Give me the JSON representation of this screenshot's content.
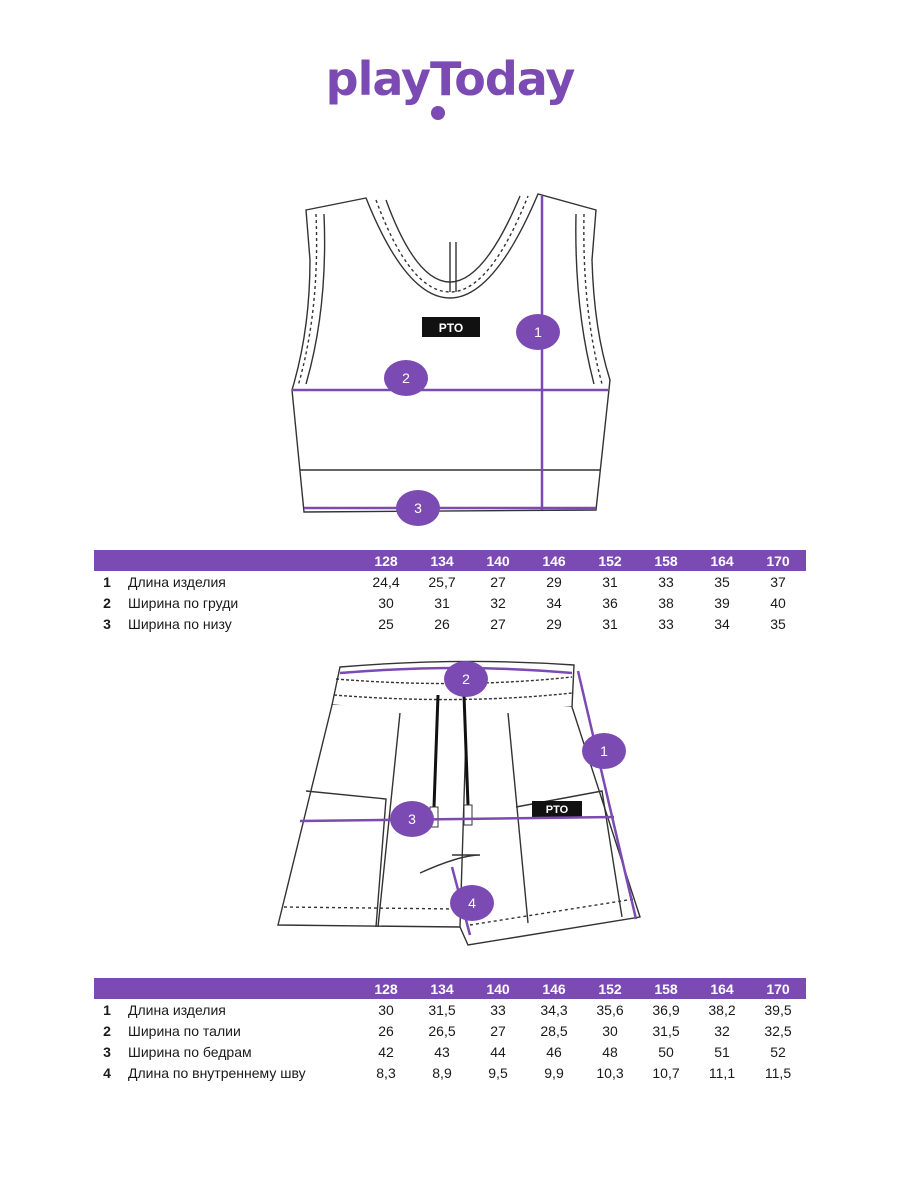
{
  "brand": {
    "logo_text": "playToday"
  },
  "top": {
    "badge": "PTO",
    "markers": [
      "1",
      "2",
      "3"
    ],
    "table": {
      "sizes": [
        "128",
        "134",
        "140",
        "146",
        "152",
        "158",
        "164",
        "170"
      ],
      "rows": [
        {
          "num": "1",
          "label": "Длина изделия",
          "values": [
            "24,4",
            "25,7",
            "27",
            "29",
            "31",
            "33",
            "35",
            "37"
          ]
        },
        {
          "num": "2",
          "label": "Ширина по груди",
          "values": [
            "30",
            "31",
            "32",
            "34",
            "36",
            "38",
            "39",
            "40"
          ]
        },
        {
          "num": "3",
          "label": "Ширина по низу",
          "values": [
            "25",
            "26",
            "27",
            "29",
            "31",
            "33",
            "34",
            "35"
          ]
        }
      ]
    }
  },
  "shorts": {
    "badge": "PTO",
    "markers": [
      "1",
      "2",
      "3",
      "4"
    ],
    "table": {
      "sizes": [
        "128",
        "134",
        "140",
        "146",
        "152",
        "158",
        "164",
        "170"
      ],
      "rows": [
        {
          "num": "1",
          "label": "Длина изделия",
          "values": [
            "30",
            "31,5",
            "33",
            "34,3",
            "35,6",
            "36,9",
            "38,2",
            "39,5"
          ]
        },
        {
          "num": "2",
          "label": "Ширина по талии",
          "values": [
            "26",
            "26,5",
            "27",
            "28,5",
            "30",
            "31,5",
            "32",
            "32,5"
          ]
        },
        {
          "num": "3",
          "label": "Ширина по бедрам",
          "values": [
            "42",
            "43",
            "44",
            "46",
            "48",
            "50",
            "51",
            "52"
          ]
        },
        {
          "num": "4",
          "label": "Длина по внутреннему шву",
          "values": [
            "8,3",
            "8,9",
            "9,5",
            "9,9",
            "10,3",
            "10,7",
            "11,1",
            "11,5"
          ]
        }
      ]
    }
  },
  "colors": {
    "accent": "#7b4ab3",
    "line": "#333333"
  }
}
